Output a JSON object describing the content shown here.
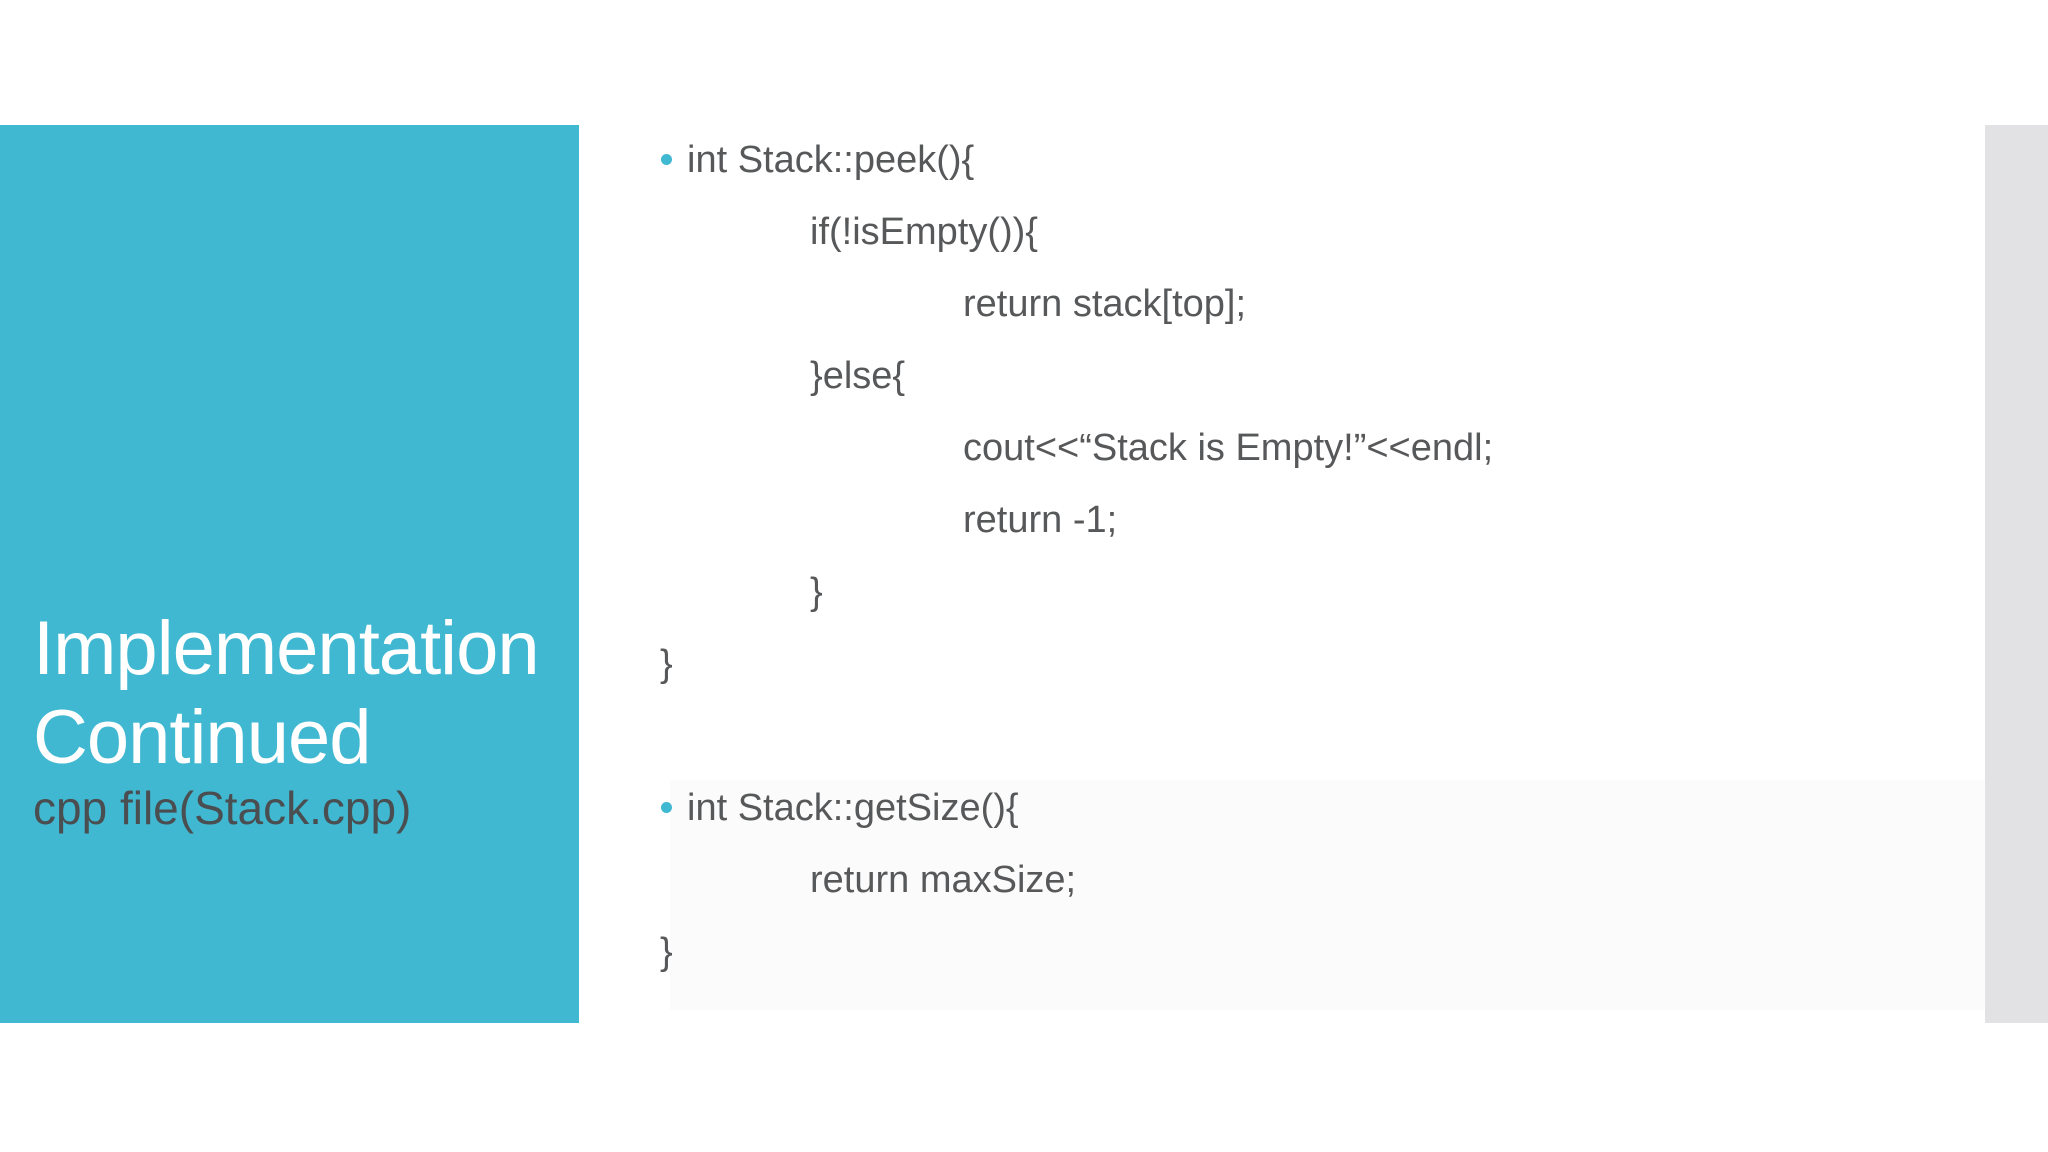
{
  "theme": {
    "accent": "#41b8d2",
    "code_text": "#57585a",
    "subtitle_text": "#4a4e50",
    "edge_bar": "#e2e2e4",
    "page_bg": "#ffffff",
    "tint": "#fbfbfb"
  },
  "sidebar": {
    "title_line1": "Implementation",
    "title_line2": "Continued",
    "subtitle": "cpp file(Stack.cpp)"
  },
  "code": {
    "blocks": [
      {
        "lines": [
          {
            "text": "int Stack::peek(){",
            "indent": 0,
            "bullet": true
          },
          {
            "text": "if(!isEmpty()){",
            "indent": 1,
            "bullet": false
          },
          {
            "text": "return stack[top];",
            "indent": 2,
            "bullet": false
          },
          {
            "text": "}else{",
            "indent": 1,
            "bullet": false
          },
          {
            "text": "cout<<“Stack is Empty!”<<endl;",
            "indent": 2,
            "bullet": false
          },
          {
            "text": "return -1;",
            "indent": 2,
            "bullet": false
          },
          {
            "text": "}",
            "indent": 1,
            "bullet": false
          },
          {
            "text": "}",
            "indent": -1,
            "bullet": false
          }
        ]
      },
      {
        "lines": [
          {
            "text": "int Stack::getSize(){",
            "indent": 0,
            "bullet": true
          },
          {
            "text": "return maxSize;",
            "indent": 1,
            "bullet": false
          },
          {
            "text": "}",
            "indent": -1,
            "bullet": false
          }
        ]
      }
    ]
  }
}
